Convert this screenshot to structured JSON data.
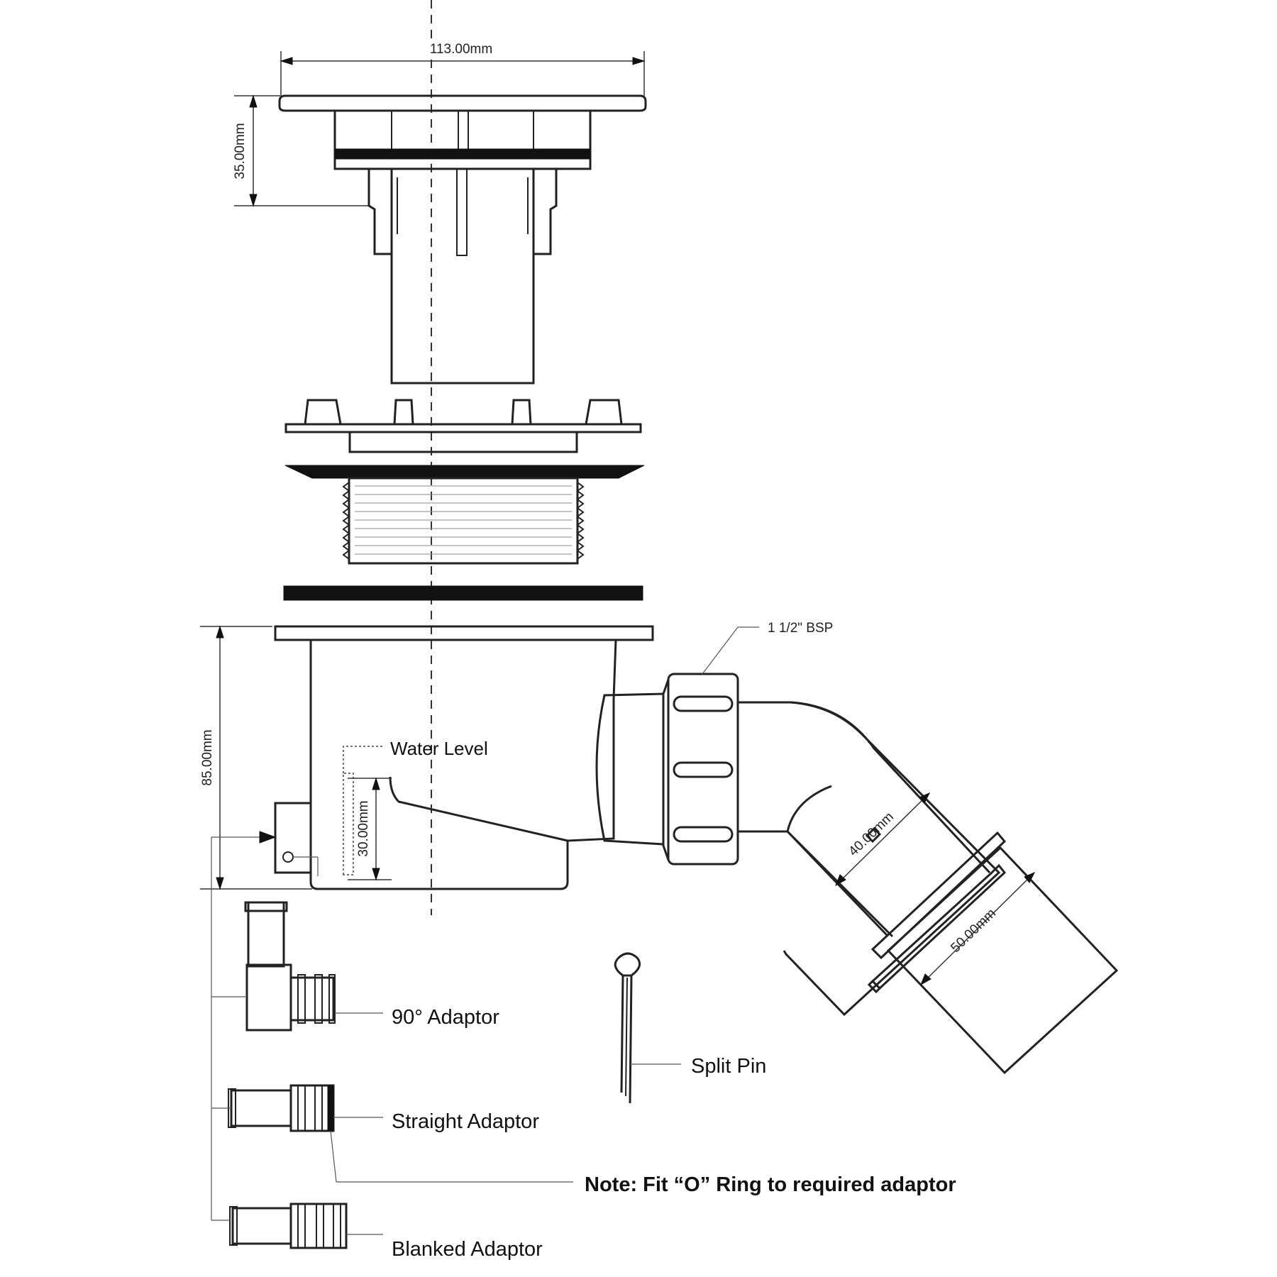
{
  "dimensions": {
    "width": "113.00mm",
    "cap_height": "35.00mm",
    "body_height": "85.00mm",
    "water_level_depth": "30.00mm",
    "inner_diameter": "40.00mm",
    "outer_diameter": "50.00mm"
  },
  "labels": {
    "bsp": "1 1/2\" BSP",
    "water_level": "Water Level",
    "adaptor_90": "90° Adaptor",
    "straight_adaptor": "Straight Adaptor",
    "blanked_adaptor": "Blanked Adaptor",
    "split_pin": "Split Pin"
  },
  "note": "Note: Fit “O” Ring to required adaptor"
}
